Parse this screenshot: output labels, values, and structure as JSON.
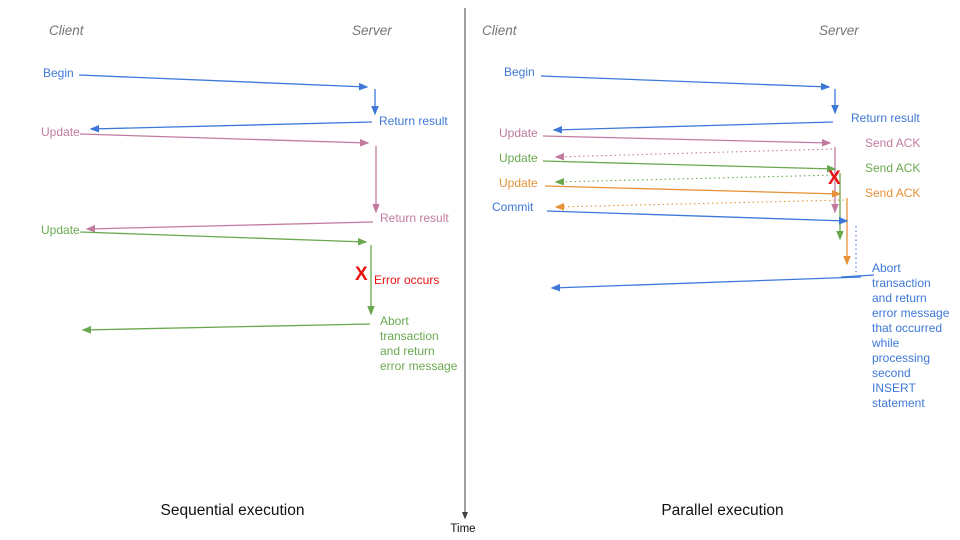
{
  "colors": {
    "blue": "#3D78D8",
    "pink": "#C27BA0",
    "green": "#6AA84F",
    "orange": "#E69138",
    "red": "#EA1111",
    "header_gray": "#757575",
    "axis": "#3C4043"
  },
  "time_axis": {
    "label": "Time"
  },
  "left": {
    "caption": "Sequential execution",
    "client_header": "Client",
    "server_header": "Server",
    "messages": {
      "begin": "Begin",
      "return_result_1": "Return result",
      "update_1": "Update",
      "return_result_2": "Return result",
      "update_2": "Update",
      "error_mark": "X",
      "error_label": "Error occurs",
      "abort_note": "Abort\ntransaction\nand return\nerror message"
    }
  },
  "right": {
    "caption": "Parallel execution",
    "client_header": "Client",
    "server_header": "Server",
    "messages": {
      "begin": "Begin",
      "return_result": "Return result",
      "update_1": "Update",
      "send_ack_1": "Send ACK",
      "update_2": "Update",
      "send_ack_2": "Send ACK",
      "update_3": "Update",
      "send_ack_3": "Send ACK",
      "commit": "Commit",
      "error_mark": "X",
      "abort_note": "Abort\ntransaction\nand return\nerror message\nthat occurred\nwhile\nprocessing\nsecond\nINSERT\nstatement"
    }
  }
}
